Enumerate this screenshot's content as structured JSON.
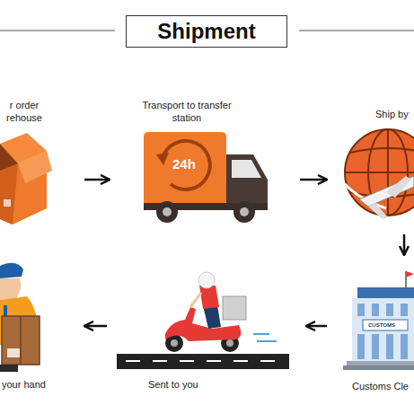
{
  "diagram": {
    "title": "Shipment",
    "nodes": [
      {
        "text": [
          "r order rehouse"
        ]
      },
      {
        "text": [
          "Transport to transfer station"
        ]
      },
      {
        "text": [
          "Ship by"
        ]
      },
      {
        "text": [
          "Customs Cle"
        ]
      },
      {
        "text": [
          "Sent to you"
        ]
      },
      {
        "text": [
          "your hand"
        ]
      }
    ],
    "edges": [
      {
        "from": 0,
        "to": 1,
        "arrow": "to"
      },
      {
        "from": 1,
        "to": 2,
        "arrow": "to"
      },
      {
        "from": 2,
        "to": 3,
        "arrow": "to"
      },
      {
        "from": 3,
        "to": 4,
        "arrow": "to"
      },
      {
        "from": 4,
        "to": 5,
        "arrow": "to"
      }
    ],
    "labels": [
      "24h",
      "CUSTOMS"
    ]
  }
}
